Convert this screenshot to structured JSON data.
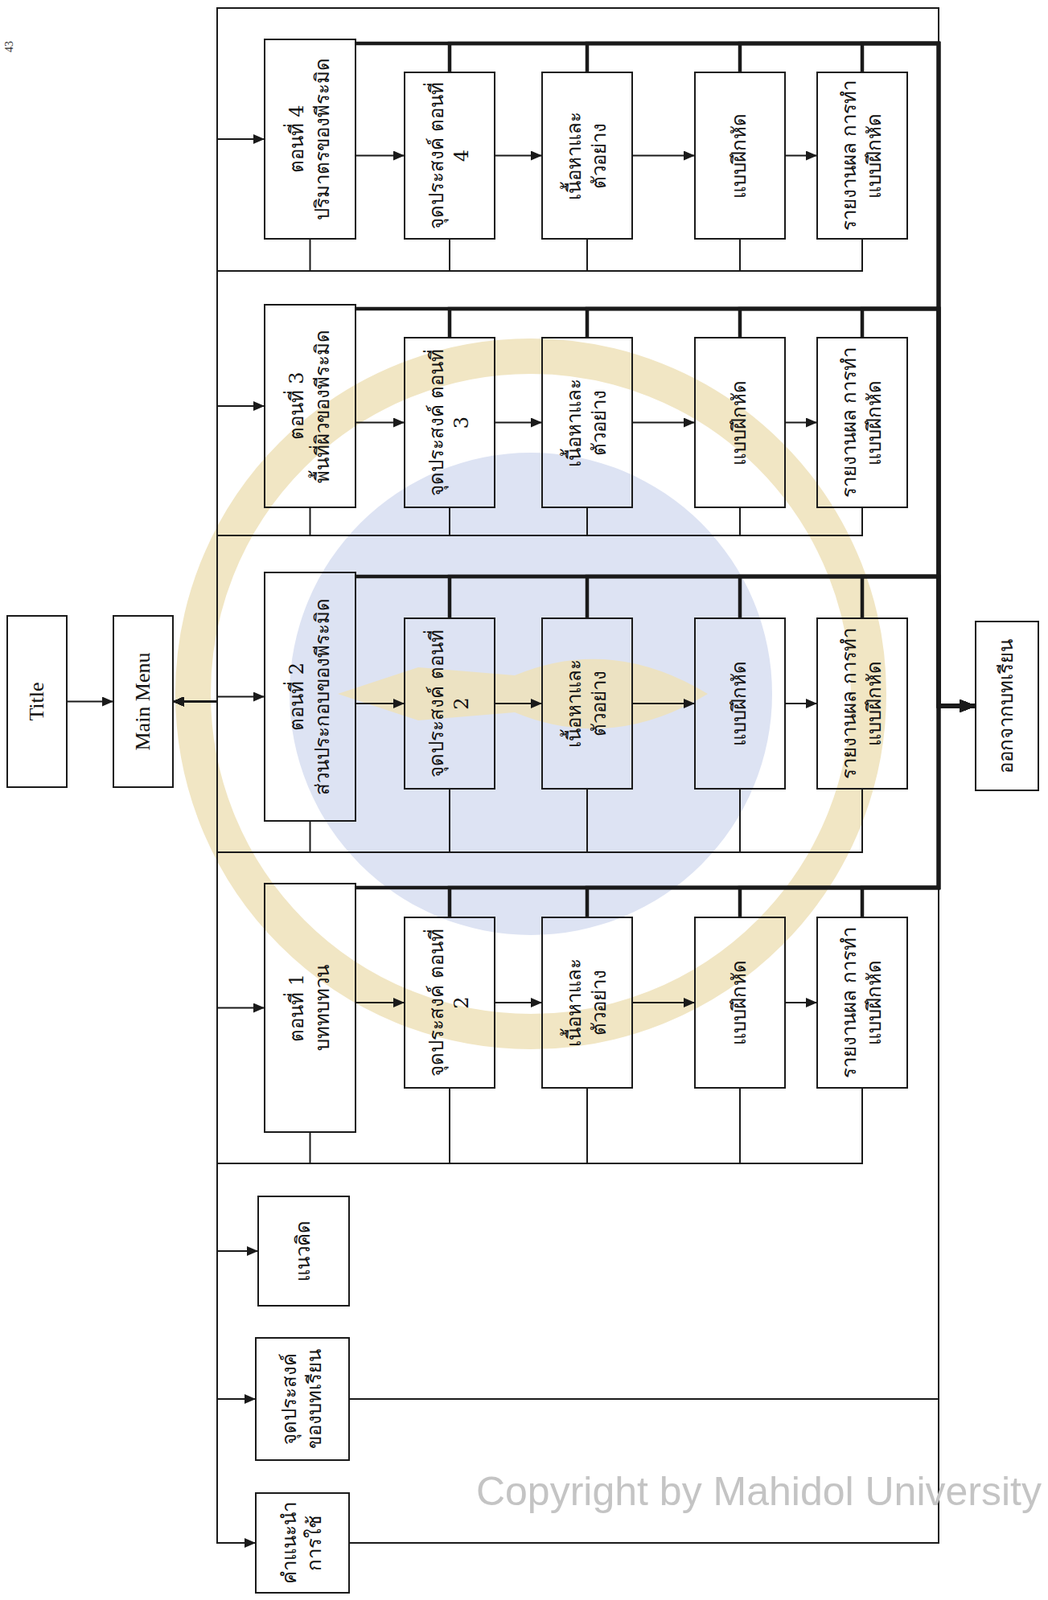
{
  "diagram": {
    "nodes": [
      {
        "text": [
          "Title"
        ]
      },
      {
        "text": [
          "Main Menu"
        ]
      },
      {
        "text": [
          "คำแนะนำ การใช้"
        ]
      },
      {
        "text": [
          "จุดประสงค์ ของบทเรียน"
        ]
      },
      {
        "text": [
          "แนวคิด"
        ]
      },
      {
        "text": [
          "ตอนที่ 1",
          "บททบทวน"
        ]
      },
      {
        "text": [
          "จุดประสงค์ ตอนที่ 2"
        ]
      },
      {
        "text": [
          "เนื้อหาและ ตัวอย่าง"
        ]
      },
      {
        "text": [
          "แบบฝึกหัด"
        ]
      },
      {
        "text": [
          "รายงานผล การทำแบบฝึกหัด"
        ]
      },
      {
        "text": [
          "ตอนที่ 2",
          "ส่วนประกอบของพีระมิด"
        ]
      },
      {
        "text": [
          "จุดประสงค์ ตอนที่ 2"
        ]
      },
      {
        "text": [
          "เนื้อหาและ ตัวอย่าง"
        ]
      },
      {
        "text": [
          "แบบฝึกหัด"
        ]
      },
      {
        "text": [
          "รายงานผล การทำแบบฝึกหัด"
        ]
      },
      {
        "text": [
          "ตอนที่ 3",
          "พื้นที่ผิวของพีระมิด"
        ]
      },
      {
        "text": [
          "จุดประสงค์ ตอนที่ 3"
        ]
      },
      {
        "text": [
          "เนื้อหาและ ตัวอย่าง"
        ]
      },
      {
        "text": [
          "แบบฝึกหัด"
        ]
      },
      {
        "text": [
          "รายงานผล การทำแบบฝึกหัด"
        ]
      },
      {
        "text": [
          "ตอนที่ 4",
          "ปริมาตรของพีระมิด"
        ]
      },
      {
        "text": [
          "จุดประสงค์ ตอนที่ 4"
        ]
      },
      {
        "text": [
          "เนื้อหาและ ตัวอย่าง"
        ]
      },
      {
        "text": [
          "แบบฝึกหัด"
        ]
      },
      {
        "text": [
          "รายงานผล การทำแบบฝึกหัด"
        ]
      },
      {
        "text": [
          "ออกจากบทเรียน"
        ]
      }
    ],
    "edges": [
      {
        "from": 0,
        "to": 1,
        "arrow": "to"
      },
      {
        "from": 1,
        "to": 2,
        "arrow": "to"
      },
      {
        "from": 1,
        "to": 3,
        "arrow": "to"
      },
      {
        "from": 1,
        "to": 4,
        "arrow": "to"
      },
      {
        "from": 1,
        "to": 5,
        "arrow": "to"
      },
      {
        "from": 1,
        "to": 10,
        "arrow": "to"
      },
      {
        "from": 1,
        "to": 15,
        "arrow": "to"
      },
      {
        "from": 1,
        "to": 20,
        "arrow": "to"
      },
      {
        "from": 1,
        "to": 25,
        "arrow": "to"
      },
      {
        "from": 2,
        "to": 25,
        "arrow": "to"
      },
      {
        "from": 3,
        "to": 25,
        "arrow": "to"
      },
      {
        "from": 5,
        "to": 6,
        "arrow": "to"
      },
      {
        "from": 6,
        "to": 7,
        "arrow": "to"
      },
      {
        "from": 7,
        "to": 8,
        "arrow": "to"
      },
      {
        "from": 8,
        "to": 9,
        "arrow": "to"
      },
      {
        "from": 5,
        "to": 1,
        "arrow": "to"
      },
      {
        "from": 6,
        "to": 1,
        "arrow": "to"
      },
      {
        "from": 7,
        "to": 1,
        "arrow": "to"
      },
      {
        "from": 8,
        "to": 1,
        "arrow": "to"
      },
      {
        "from": 9,
        "to": 1,
        "arrow": "to"
      },
      {
        "from": 5,
        "to": 25,
        "arrow": "to"
      },
      {
        "from": 6,
        "to": 25,
        "arrow": "to"
      },
      {
        "from": 7,
        "to": 25,
        "arrow": "to"
      },
      {
        "from": 8,
        "to": 25,
        "arrow": "to"
      },
      {
        "from": 9,
        "to": 25,
        "arrow": "to"
      },
      {
        "from": 10,
        "to": 11,
        "arrow": "to"
      },
      {
        "from": 11,
        "to": 12,
        "arrow": "to"
      },
      {
        "from": 12,
        "to": 13,
        "arrow": "to"
      },
      {
        "from": 13,
        "to": 14,
        "arrow": "to"
      },
      {
        "from": 10,
        "to": 1,
        "arrow": "to"
      },
      {
        "from": 11,
        "to": 1,
        "arrow": "to"
      },
      {
        "from": 12,
        "to": 1,
        "arrow": "to"
      },
      {
        "from": 13,
        "to": 1,
        "arrow": "to"
      },
      {
        "from": 14,
        "to": 1,
        "arrow": "to"
      },
      {
        "from": 10,
        "to": 25,
        "arrow": "to"
      },
      {
        "from": 11,
        "to": 25,
        "arrow": "to"
      },
      {
        "from": 12,
        "to": 25,
        "arrow": "to"
      },
      {
        "from": 13,
        "to": 25,
        "arrow": "to"
      },
      {
        "from": 14,
        "to": 25,
        "arrow": "to"
      },
      {
        "from": 15,
        "to": 16,
        "arrow": "to"
      },
      {
        "from": 16,
        "to": 17,
        "arrow": "to"
      },
      {
        "from": 17,
        "to": 18,
        "arrow": "to"
      },
      {
        "from": 18,
        "to": 19,
        "arrow": "to"
      },
      {
        "from": 15,
        "to": 1,
        "arrow": "to"
      },
      {
        "from": 16,
        "to": 1,
        "arrow": "to"
      },
      {
        "from": 17,
        "to": 1,
        "arrow": "to"
      },
      {
        "from": 18,
        "to": 1,
        "arrow": "to"
      },
      {
        "from": 19,
        "to": 1,
        "arrow": "to"
      },
      {
        "from": 15,
        "to": 25,
        "arrow": "to"
      },
      {
        "from": 16,
        "to": 25,
        "arrow": "to"
      },
      {
        "from": 17,
        "to": 25,
        "arrow": "to"
      },
      {
        "from": 18,
        "to": 25,
        "arrow": "to"
      },
      {
        "from": 19,
        "to": 25,
        "arrow": "to"
      },
      {
        "from": 20,
        "to": 21,
        "arrow": "to"
      },
      {
        "from": 21,
        "to": 22,
        "arrow": "to"
      },
      {
        "from": 22,
        "to": 23,
        "arrow": "to"
      },
      {
        "from": 23,
        "to": 24,
        "arrow": "to"
      },
      {
        "from": 20,
        "to": 1,
        "arrow": "to"
      },
      {
        "from": 21,
        "to": 1,
        "arrow": "to"
      },
      {
        "from": 22,
        "to": 1,
        "arrow": "to"
      },
      {
        "from": 23,
        "to": 1,
        "arrow": "to"
      },
      {
        "from": 24,
        "to": 1,
        "arrow": "to"
      },
      {
        "from": 20,
        "to": 25,
        "arrow": "to"
      },
      {
        "from": 21,
        "to": 25,
        "arrow": "to"
      },
      {
        "from": 22,
        "to": 25,
        "arrow": "to"
      },
      {
        "from": 23,
        "to": 25,
        "arrow": "to"
      },
      {
        "from": 24,
        "to": 25,
        "arrow": "to"
      }
    ],
    "labels": [
      "43",
      "Copyright by Mahidol University"
    ]
  }
}
